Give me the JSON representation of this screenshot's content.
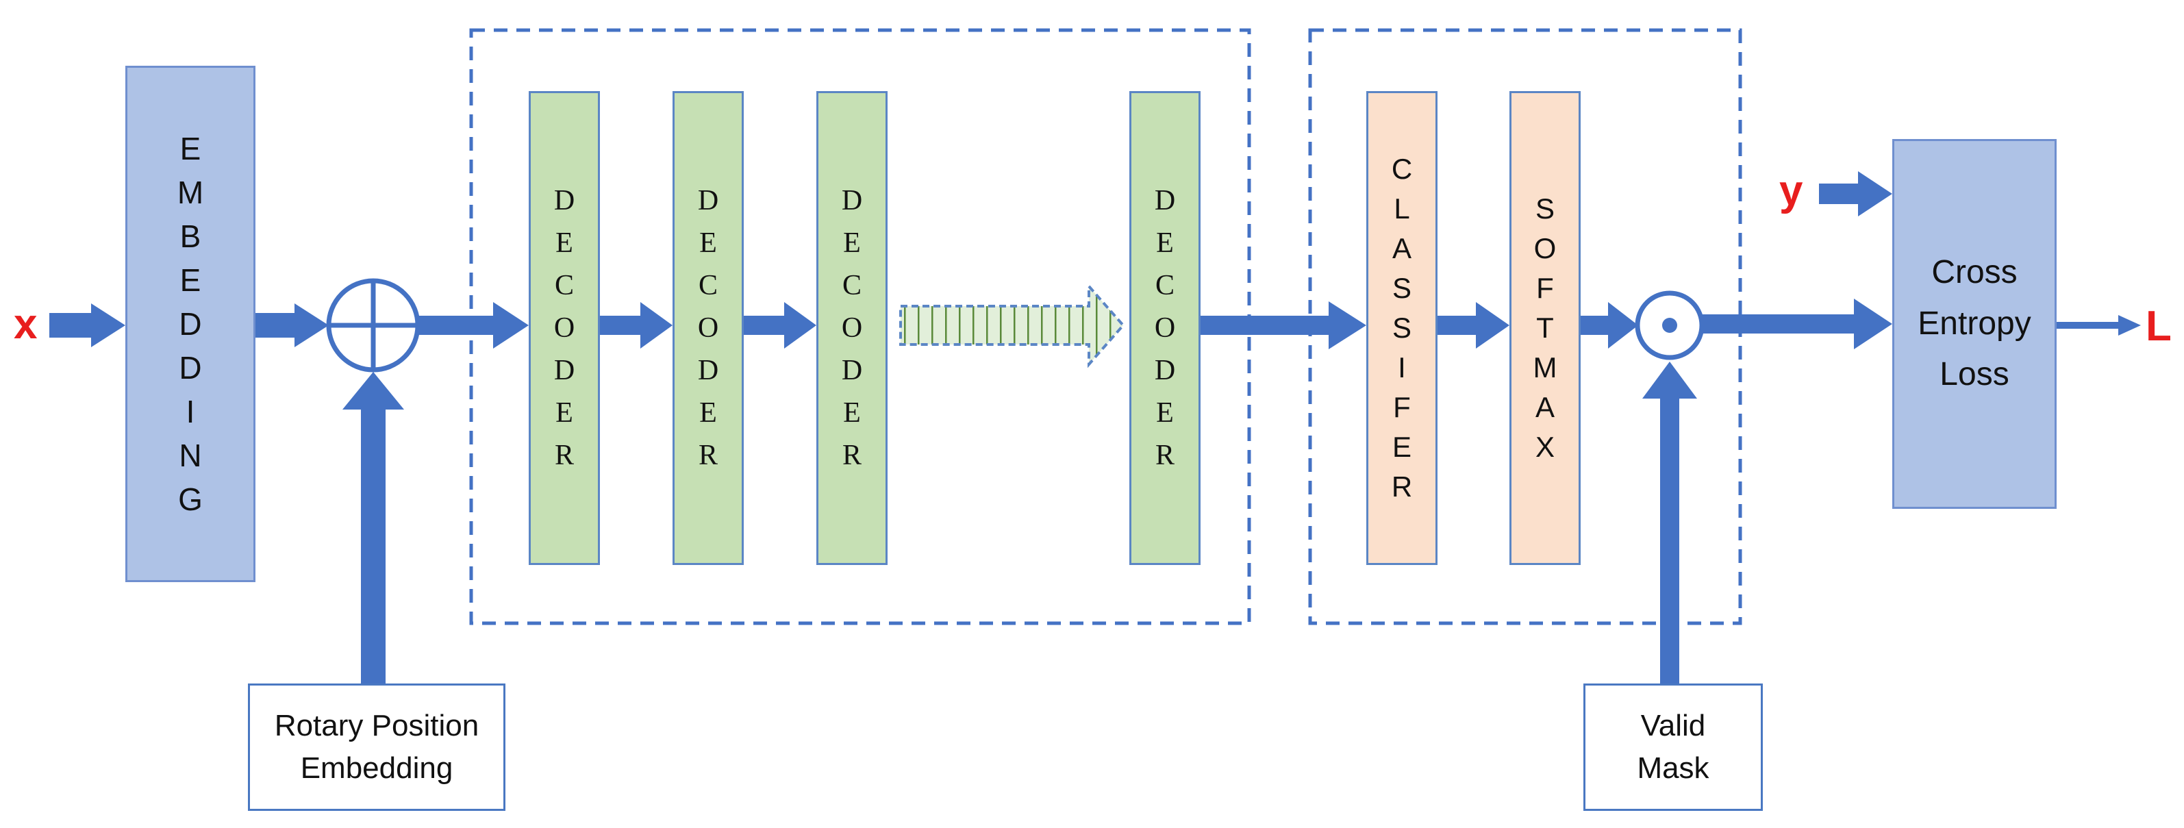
{
  "input_label": "x",
  "target_label": "y",
  "output_label": "L",
  "embedding_letters": [
    "E",
    "M",
    "B",
    "E",
    "D",
    "D",
    "I",
    "N",
    "G"
  ],
  "decoder_letters": [
    "D",
    "E",
    "C",
    "O",
    "D",
    "E",
    "R"
  ],
  "classifier_letters": [
    "C",
    "L",
    "A",
    "S",
    "S",
    "I",
    "F",
    "E",
    "R"
  ],
  "softmax_letters": [
    "S",
    "O",
    "F",
    "T",
    "M",
    "A",
    "X"
  ],
  "loss": {
    "line1": "Cross",
    "line2": "Entropy",
    "line3": "Loss"
  },
  "rotary": {
    "line1": "Rotary Position",
    "line2": "Embedding"
  },
  "valid_mask": {
    "line1": "Valid",
    "line2": "Mask"
  },
  "colors": {
    "arrow": "#4472c4",
    "embedding_fill": "#aec2e6",
    "decoder_fill": "#c6e0b4",
    "classifier_fill": "#fbe0cc",
    "label_red": "#e81e1e",
    "dashed_border": "#4472c4"
  }
}
